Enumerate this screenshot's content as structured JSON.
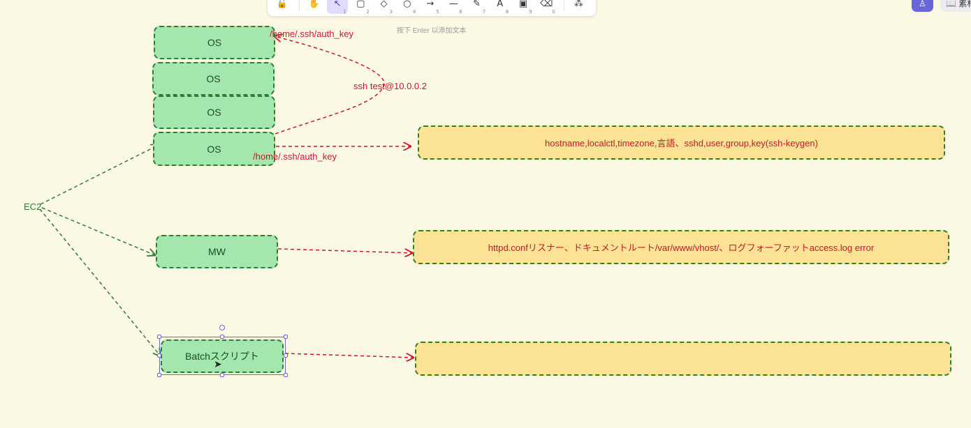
{
  "toolbar": {
    "tools": [
      {
        "glyph": "🔓",
        "num": ""
      },
      {
        "glyph": "✋",
        "num": ""
      },
      {
        "glyph": "↖",
        "num": "1"
      },
      {
        "glyph": "▢",
        "num": "2"
      },
      {
        "glyph": "◇",
        "num": "3"
      },
      {
        "glyph": "○",
        "num": "4"
      },
      {
        "glyph": "→",
        "num": "5"
      },
      {
        "glyph": "—",
        "num": "6"
      },
      {
        "glyph": "✎",
        "num": "7"
      },
      {
        "glyph": "A",
        "num": "8"
      },
      {
        "glyph": "▣",
        "num": "9"
      },
      {
        "glyph": "⌫",
        "num": "0"
      },
      {
        "glyph": "⁂",
        "num": ""
      }
    ],
    "active_index": 2,
    "hint": "按下 Enter 以添加文本"
  },
  "header": {
    "collab_glyph": "♙",
    "library_label": "📖 素材"
  },
  "diagram": {
    "ec2_label": "EC2",
    "os_nodes": [
      "OS",
      "OS",
      "OS",
      "OS"
    ],
    "mw_label": "MW",
    "batch_label": "Batchスクリプト",
    "detail_os": "hostname,localctl,timezone,言語、sshd,user,group,key(ssh-keygen)",
    "detail_mw": "httpd.confリスナー、ドキュメントルート/var/www/vhost/、ログフォーファットaccess.log error",
    "detail_batch": "",
    "edge_label_top": "/home/.ssh/auth_key",
    "edge_label_ssh": "ssh test@10.0.0.2",
    "edge_label_bottom": "/home/.ssh/auth_key"
  },
  "colors": {
    "background": "#fbf8e3",
    "green_fill": "#a3e7ae",
    "green_stroke": "#2f7d32",
    "yellow_fill": "#fbe294",
    "red_stroke": "#d0152c",
    "accent": "#6965db"
  }
}
